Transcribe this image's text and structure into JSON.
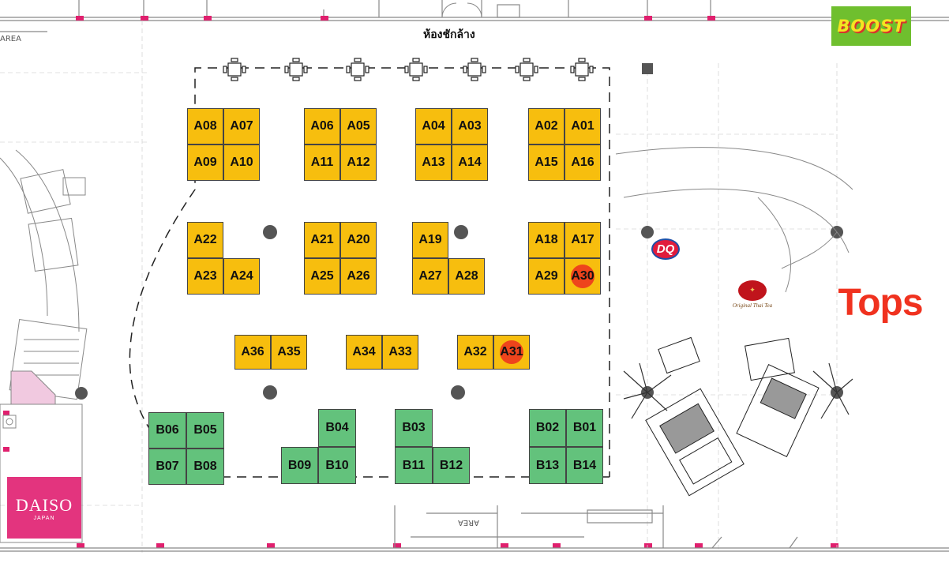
{
  "map": {
    "restroom_label": "ห้องชักล้าง",
    "area_label_top": "AREA",
    "area_label_bottom": "AREA",
    "colors": {
      "zone_a": "#f7be0e",
      "zone_b": "#63c27c",
      "reserved": "#ec2f1f",
      "door_marker": "#e0206e"
    },
    "booths": [
      {
        "id": "A01",
        "zone": "A",
        "reserved": false
      },
      {
        "id": "A02",
        "zone": "A",
        "reserved": false
      },
      {
        "id": "A03",
        "zone": "A",
        "reserved": false
      },
      {
        "id": "A04",
        "zone": "A",
        "reserved": false
      },
      {
        "id": "A05",
        "zone": "A",
        "reserved": false
      },
      {
        "id": "A06",
        "zone": "A",
        "reserved": false
      },
      {
        "id": "A07",
        "zone": "A",
        "reserved": false
      },
      {
        "id": "A08",
        "zone": "A",
        "reserved": false
      },
      {
        "id": "A09",
        "zone": "A",
        "reserved": false
      },
      {
        "id": "A10",
        "zone": "A",
        "reserved": false
      },
      {
        "id": "A11",
        "zone": "A",
        "reserved": false
      },
      {
        "id": "A12",
        "zone": "A",
        "reserved": false
      },
      {
        "id": "A13",
        "zone": "A",
        "reserved": false
      },
      {
        "id": "A14",
        "zone": "A",
        "reserved": false
      },
      {
        "id": "A15",
        "zone": "A",
        "reserved": false
      },
      {
        "id": "A16",
        "zone": "A",
        "reserved": false
      },
      {
        "id": "A17",
        "zone": "A",
        "reserved": false
      },
      {
        "id": "A18",
        "zone": "A",
        "reserved": false
      },
      {
        "id": "A19",
        "zone": "A",
        "reserved": false
      },
      {
        "id": "A20",
        "zone": "A",
        "reserved": false
      },
      {
        "id": "A21",
        "zone": "A",
        "reserved": false
      },
      {
        "id": "A22",
        "zone": "A",
        "reserved": false
      },
      {
        "id": "A23",
        "zone": "A",
        "reserved": false
      },
      {
        "id": "A24",
        "zone": "A",
        "reserved": false
      },
      {
        "id": "A25",
        "zone": "A",
        "reserved": false
      },
      {
        "id": "A26",
        "zone": "A",
        "reserved": false
      },
      {
        "id": "A27",
        "zone": "A",
        "reserved": false
      },
      {
        "id": "A28",
        "zone": "A",
        "reserved": false
      },
      {
        "id": "A29",
        "zone": "A",
        "reserved": false
      },
      {
        "id": "A30",
        "zone": "A",
        "reserved": true
      },
      {
        "id": "A31",
        "zone": "A",
        "reserved": true
      },
      {
        "id": "A32",
        "zone": "A",
        "reserved": false
      },
      {
        "id": "A33",
        "zone": "A",
        "reserved": false
      },
      {
        "id": "A34",
        "zone": "A",
        "reserved": false
      },
      {
        "id": "A35",
        "zone": "A",
        "reserved": false
      },
      {
        "id": "A36",
        "zone": "A",
        "reserved": false
      },
      {
        "id": "B01",
        "zone": "B",
        "reserved": false
      },
      {
        "id": "B02",
        "zone": "B",
        "reserved": false
      },
      {
        "id": "B03",
        "zone": "B",
        "reserved": false
      },
      {
        "id": "B04",
        "zone": "B",
        "reserved": false
      },
      {
        "id": "B05",
        "zone": "B",
        "reserved": false
      },
      {
        "id": "B06",
        "zone": "B",
        "reserved": false
      },
      {
        "id": "B07",
        "zone": "B",
        "reserved": false
      },
      {
        "id": "B08",
        "zone": "B",
        "reserved": false
      },
      {
        "id": "B09",
        "zone": "B",
        "reserved": false
      },
      {
        "id": "B10",
        "zone": "B",
        "reserved": false
      },
      {
        "id": "B11",
        "zone": "B",
        "reserved": false
      },
      {
        "id": "B12",
        "zone": "B",
        "reserved": false
      },
      {
        "id": "B13",
        "zone": "B",
        "reserved": false
      },
      {
        "id": "B14",
        "zone": "B",
        "reserved": false
      }
    ]
  },
  "logos": {
    "boost": {
      "text": "BOOST",
      "icon": "boost-logo"
    },
    "tops": {
      "text": "Tops",
      "icon": "tops-logo",
      "color": "#f0321f"
    },
    "daiso": {
      "text": "DAISO",
      "subtext": "JAPAN",
      "icon": "daiso-logo",
      "color": "#e3347e"
    },
    "dq": {
      "text": "DQ",
      "icon": "dairy-queen-logo"
    },
    "chatramue": {
      "icon": "chatramue-logo",
      "caption": "Original Thai Tea"
    }
  }
}
